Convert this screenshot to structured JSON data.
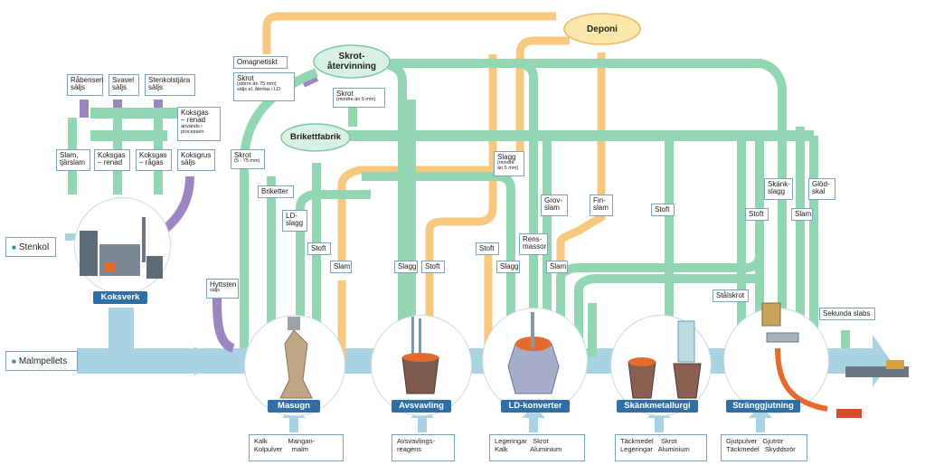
{
  "raw_inputs": {
    "stenkol": "Stenkol",
    "malmpellets": "Malmpellets"
  },
  "nodes": {
    "deponi": "Deponi",
    "skrotatervinning": "Skrot-\nåtervinning",
    "brikettfabrik": "Brikettfabrik"
  },
  "stages": {
    "koksverk": "Koksverk",
    "masugn": "Masugn",
    "avsvavling": "Avsvavling",
    "ld": "LD-konverter",
    "skank": "Skänkmetallurgi",
    "strang": "Stränggjutning"
  },
  "stage_inputs": {
    "masugn": "Kalk           Mangan-\nKolpulver     malm",
    "avsvavling": "Avsvavlings-\nreagens",
    "ld": "Legeringar   Skrot\nKalk            Aluminium",
    "skank": "Täckmedel    Skrot\nLegeringar   Aluminium",
    "strang": "Gjutpulver   Gjutrör\nTäckmedel   Skyddsrör"
  },
  "coke_outputs": {
    "rabensen": "Råbensen\nsäljs",
    "svavel": "Svavel\nsäljs",
    "stenkolstjara": "Stenkolstjära\nsäljs",
    "koksgas_renad": "Koksgas\n– renad",
    "koksgas_renad_note": "används i\nprocessen",
    "slam": "Slam,\ntjärslam",
    "koksgas_renad2": "Koksgas\n– renad",
    "koksgas_ragas": "Koksgas\n– rågas",
    "koksgrus": "Koksgrus\nsäljs"
  },
  "flow_labels": {
    "omagnetiskt": "Omagnetiskt",
    "skrot_storre": "Skrot",
    "skrot_storre_note": "(större än 75 mm)\nsäljs el. återtas i LD",
    "skrot_mindre": "Skrot",
    "skrot_mindre_note": "(mindre än 5 mm)",
    "skrot_5_75": "Skrot",
    "skrot_5_75_note": "(5 - 75 mm)",
    "briketter": "Briketter",
    "ld_slagg": "LD-\nslagg",
    "stoft1": "Stoft",
    "slam1": "Slam",
    "hyttsten": "Hyttsten",
    "hyttsten_note": "säljs",
    "slagg_avs": "Slagg",
    "stoft_avs": "Stoft",
    "slagg_mindre": "Slagg",
    "slagg_mindre_note": "(mindre\nän 5 mm)",
    "stoft_ld": "Stoft",
    "slagg_ld": "Slagg",
    "rensmassor": "Rens-\nmassor",
    "grovslam": "Grov-\nslam",
    "slam_ld": "Slam",
    "finslam": "Fin-\nslam",
    "stoft_skank": "Stoft",
    "stalskrot": "Stålskrot",
    "stoft_strang": "Stoft",
    "skankslagg": "Skänk-\nslagg",
    "slam_strang": "Slam",
    "glodskal": "Glöd-\nskal",
    "sekunda": "Sekunda slabs"
  },
  "colors": {
    "main_flow": "#a9d3e3",
    "green_flow": "#93d6b4",
    "orange_flow": "#f6c97f",
    "purple_flow": "#9b86c2",
    "stage_blue": "#2f6fa6",
    "deponi_fill": "#fbe7a9",
    "green_node_fill": "#d9f1e3"
  }
}
